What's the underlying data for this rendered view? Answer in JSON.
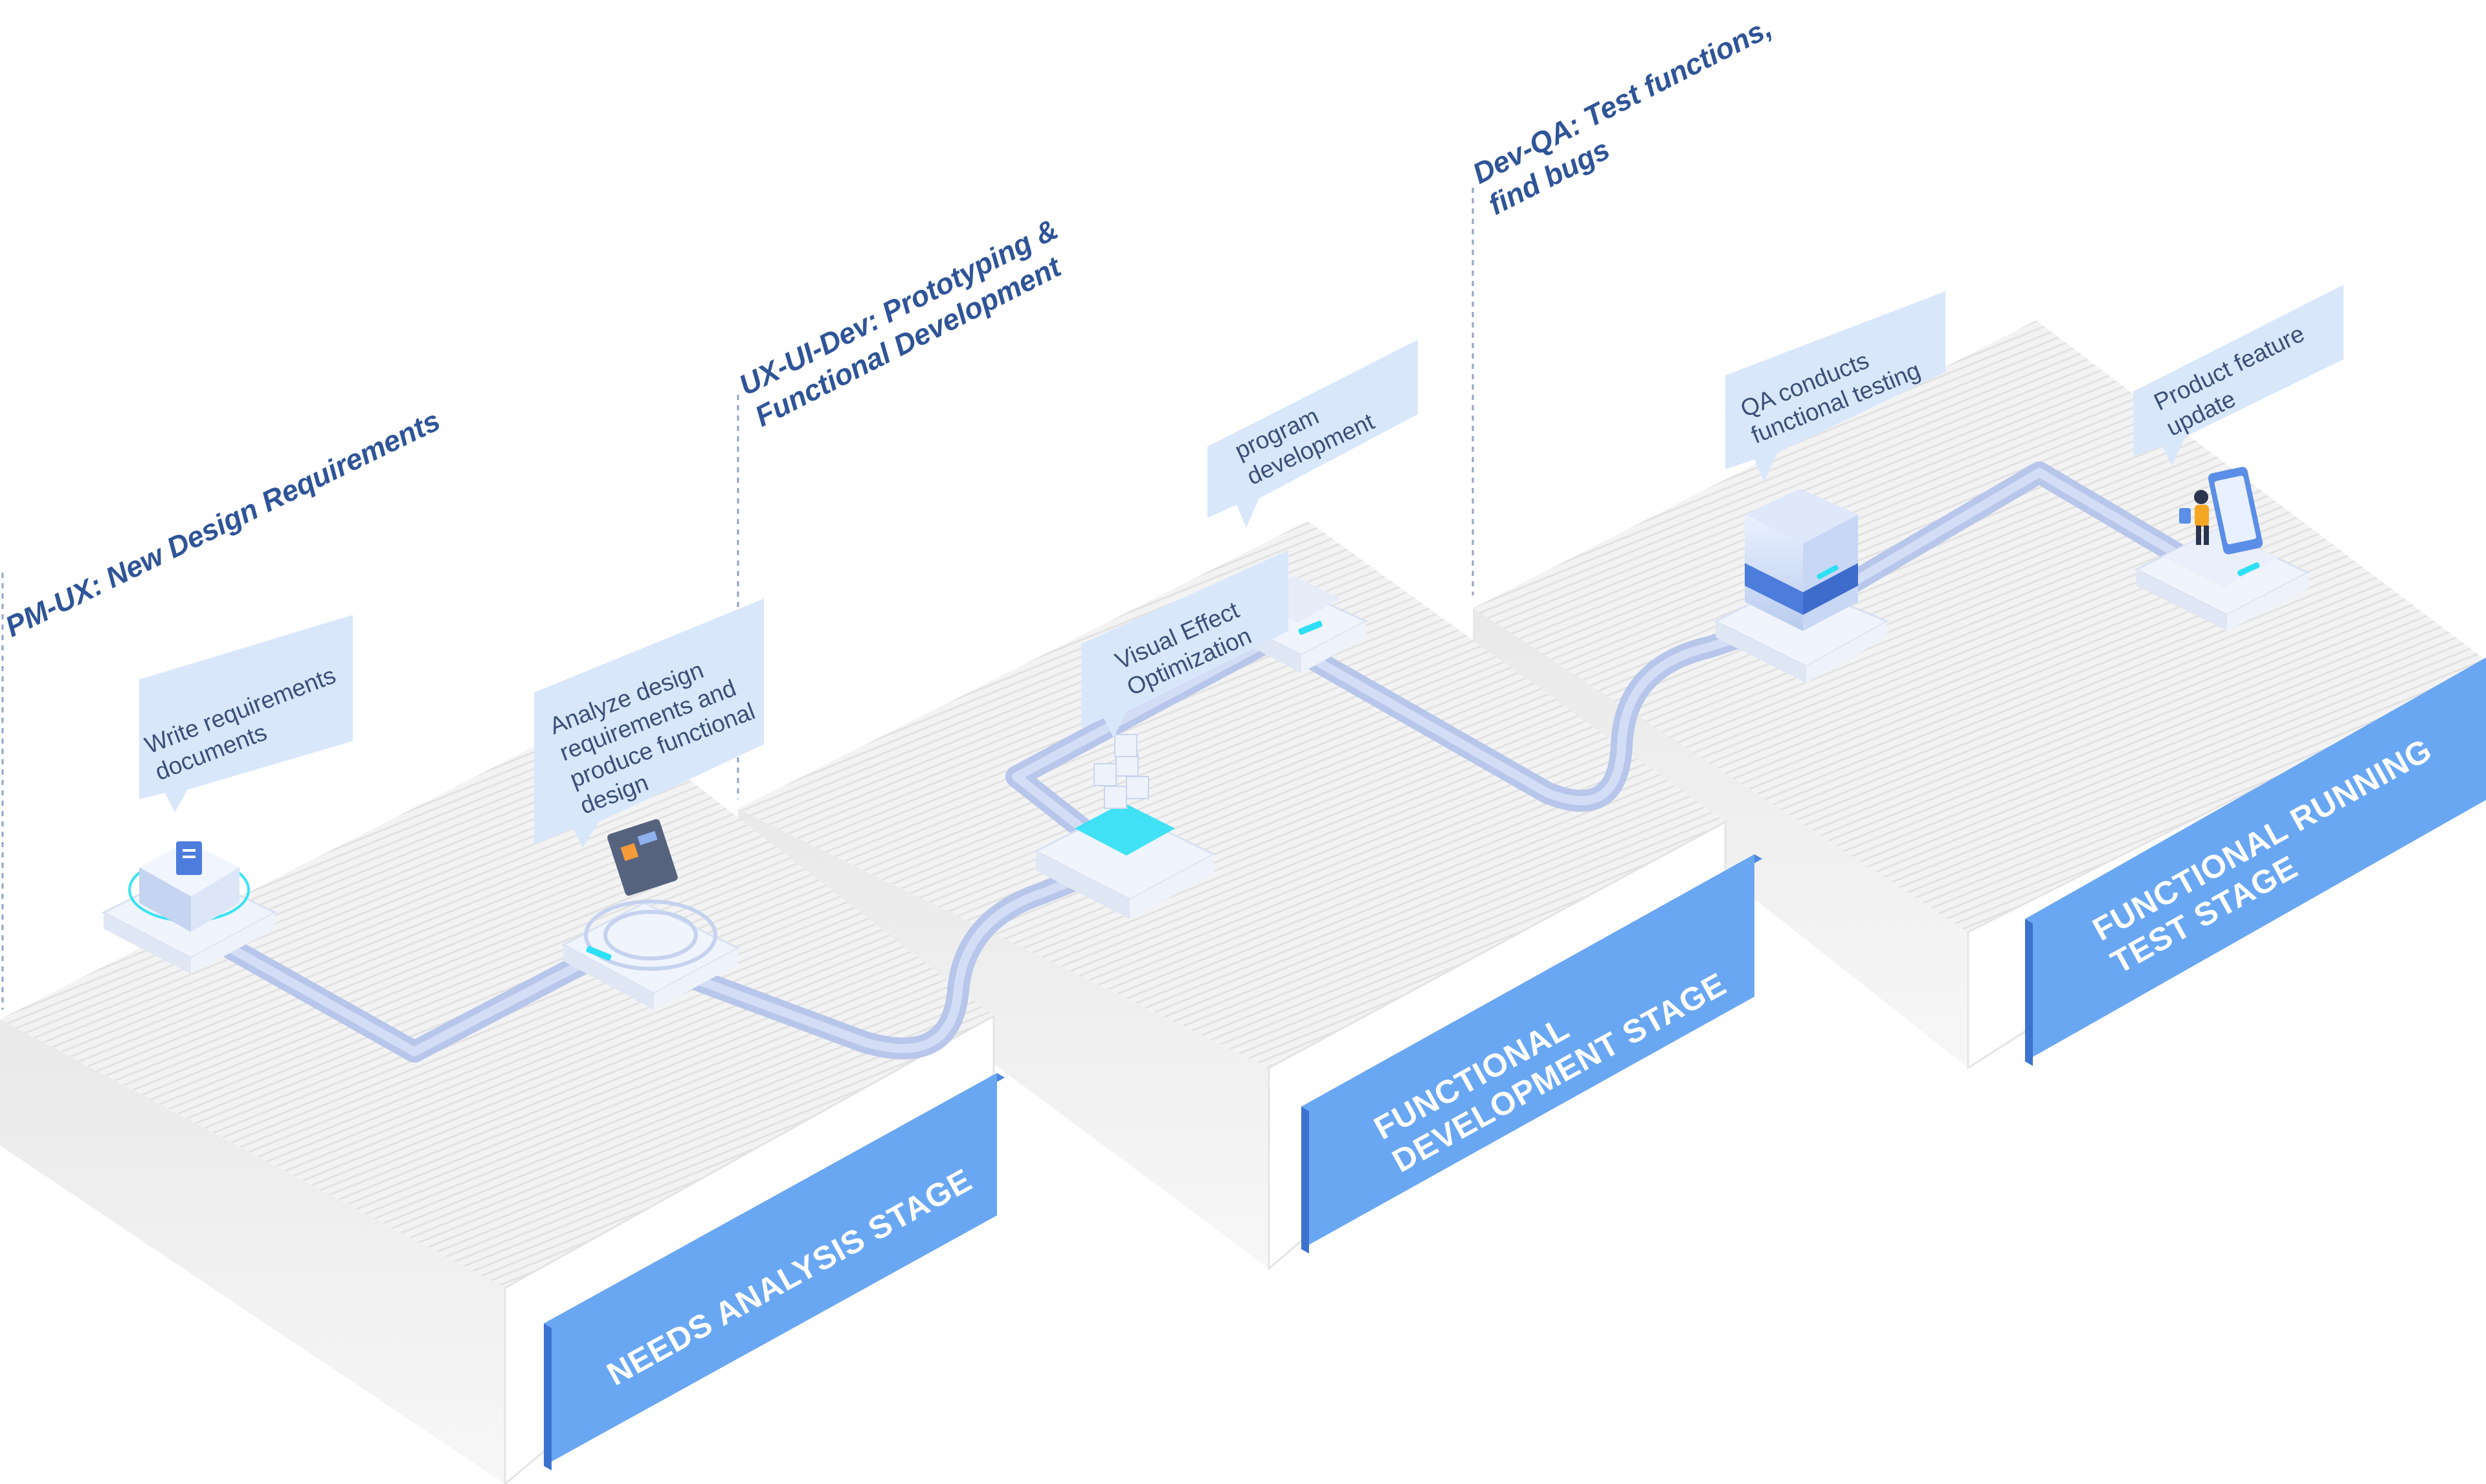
{
  "headings": [
    {
      "id": "pm-ux",
      "lines": [
        "PM-UX: New Design Requirements"
      ]
    },
    {
      "id": "ux-ui-dev",
      "lines": [
        "UX-UI-Dev: Prototyping &",
        "Functional Development"
      ]
    },
    {
      "id": "dev-qa",
      "lines": [
        "Dev-QA: Test functions,",
        "find bugs"
      ]
    }
  ],
  "bubbles": [
    {
      "id": "write-req",
      "lines": [
        "Write requirements",
        "documents"
      ]
    },
    {
      "id": "analyze",
      "lines": [
        "Analyze design",
        "requirements and",
        "produce functional",
        "design"
      ]
    },
    {
      "id": "visual",
      "lines": [
        "Visual Effect",
        "Optimization"
      ]
    },
    {
      "id": "program",
      "lines": [
        "program",
        "development"
      ]
    },
    {
      "id": "qa",
      "lines": [
        "QA conducts",
        "functional testing"
      ]
    },
    {
      "id": "product",
      "lines": [
        "Product feature",
        "update"
      ]
    }
  ],
  "stages": [
    {
      "id": "needs-analysis",
      "lines": [
        "NEEDS ANALYSIS STAGE"
      ]
    },
    {
      "id": "functional-dev",
      "lines": [
        "FUNCTIONAL",
        "DEVELOPMENT STAGE"
      ]
    },
    {
      "id": "functional-running",
      "lines": [
        "FUNCTIONAL RUNNING",
        "TEST STAGE"
      ]
    }
  ],
  "colors": {
    "accent": "#6aa7f3",
    "heading": "#2f5497",
    "bubble_fill": "#d9e7fb",
    "path": "#c3d0ee",
    "slab_top": "#f2f2f2",
    "slab_side": "#e6e6e6",
    "cyan": "#2ee0f5"
  }
}
